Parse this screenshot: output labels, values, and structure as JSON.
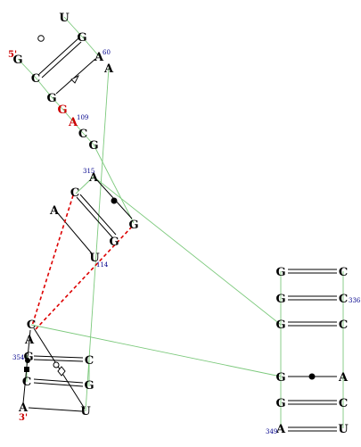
{
  "colors": {
    "backbone": "#7cc97c",
    "pair_line": "#000000",
    "tertiary_dash": "#dd0000",
    "nucleotide": "#000000",
    "highlight": "#cc0000",
    "number": "#00008b"
  },
  "strand_ends": {
    "five_prime": "5'",
    "three_prime": "3'"
  },
  "nucleotides": [
    {
      "id": "n_u_top",
      "letter": "U"
    },
    {
      "id": "n_g_h1a",
      "letter": "G"
    },
    {
      "id": "n_g_5p",
      "letter": "G"
    },
    {
      "id": "n_a60",
      "letter": "A"
    },
    {
      "id": "n_a_h1",
      "letter": "A"
    },
    {
      "id": "n_c_h1",
      "letter": "C"
    },
    {
      "id": "n_g_h1b",
      "letter": "G"
    },
    {
      "id": "n_g_red",
      "letter": "G"
    },
    {
      "id": "n_a109",
      "letter": "A"
    },
    {
      "id": "n_c_h2",
      "letter": "C"
    },
    {
      "id": "n_g_h2",
      "letter": "G"
    },
    {
      "id": "n_a315",
      "letter": "A"
    },
    {
      "id": "n_c_h3",
      "letter": "C"
    },
    {
      "id": "n_a_h3",
      "letter": "A"
    },
    {
      "id": "n_g_h3a",
      "letter": "G"
    },
    {
      "id": "n_g_h3b",
      "letter": "G"
    },
    {
      "id": "n_u114",
      "letter": "U"
    },
    {
      "id": "n_g_r1",
      "letter": "G"
    },
    {
      "id": "n_c_r1",
      "letter": "C"
    },
    {
      "id": "n_g_r2",
      "letter": "G"
    },
    {
      "id": "n_c_r2",
      "letter": "C"
    },
    {
      "id": "n_g_r3",
      "letter": "G"
    },
    {
      "id": "n_c336",
      "letter": "C"
    },
    {
      "id": "n_c_l1",
      "letter": "C"
    },
    {
      "id": "n_a_l1",
      "letter": "A"
    },
    {
      "id": "n_g354",
      "letter": "G"
    },
    {
      "id": "n_c_l2",
      "letter": "C"
    },
    {
      "id": "n_c_l3",
      "letter": "C"
    },
    {
      "id": "n_g_l3",
      "letter": "G"
    },
    {
      "id": "n_a_l4",
      "letter": "A"
    },
    {
      "id": "n_u_l4",
      "letter": "U"
    },
    {
      "id": "n_g_r4",
      "letter": "G"
    },
    {
      "id": "n_a_r4",
      "letter": "A"
    },
    {
      "id": "n_g_r5",
      "letter": "G"
    },
    {
      "id": "n_c_r5",
      "letter": "C"
    },
    {
      "id": "n_a349",
      "letter": "A"
    },
    {
      "id": "n_u_r6",
      "letter": "U"
    }
  ],
  "residue_numbers": [
    {
      "id": "num60",
      "text": "60"
    },
    {
      "id": "num109",
      "text": "109"
    },
    {
      "id": "num315",
      "text": "315"
    },
    {
      "id": "num114",
      "text": "114"
    },
    {
      "id": "num336",
      "text": "336"
    },
    {
      "id": "num354",
      "text": "354"
    },
    {
      "id": "num349",
      "text": "349"
    }
  ]
}
